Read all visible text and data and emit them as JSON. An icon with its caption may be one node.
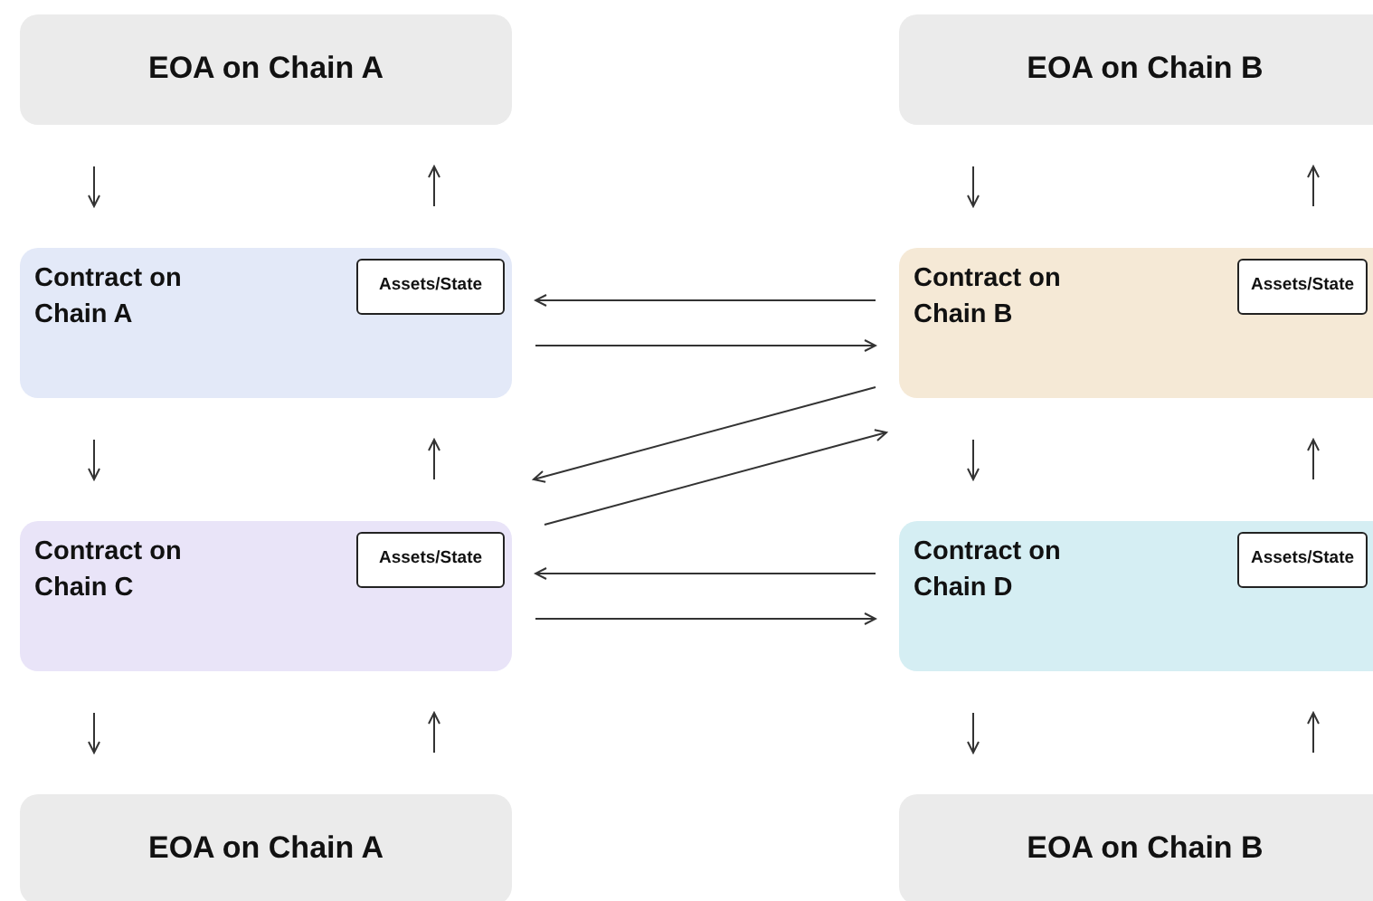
{
  "diagram": {
    "nodes": [
      {
        "text": [
          "EOA on Chain A"
        ]
      },
      {
        "text": [
          "EOA on Chain B"
        ]
      },
      {
        "text": [
          "Contract on Chain A"
        ]
      },
      {
        "text": [
          "Assets/State"
        ],
        "in": 2
      },
      {
        "text": [
          "Contract on Chain B"
        ]
      },
      {
        "text": [
          "Assets/State"
        ],
        "in": 4
      },
      {
        "text": [
          "Contract on Chain C"
        ]
      },
      {
        "text": [
          "Assets/State"
        ],
        "in": 6
      },
      {
        "text": [
          "Contract on Chain D"
        ]
      },
      {
        "text": [
          "Assets/State"
        ],
        "in": 8
      },
      {
        "text": [
          "EOA on Chain A"
        ]
      },
      {
        "text": [
          "EOA on Chain B"
        ]
      }
    ],
    "edges": [
      {
        "from": 0,
        "to": 2,
        "arrow": "to"
      },
      {
        "from": 2,
        "to": 0,
        "arrow": "to"
      },
      {
        "from": 1,
        "to": 4,
        "arrow": "to"
      },
      {
        "from": 4,
        "to": 1,
        "arrow": "to"
      },
      {
        "from": 4,
        "to": 2,
        "arrow": "to"
      },
      {
        "from": 2,
        "to": 4,
        "arrow": "to"
      },
      {
        "from": 4,
        "to": 6,
        "arrow": "to"
      },
      {
        "from": 6,
        "to": 4,
        "arrow": "to"
      },
      {
        "from": 2,
        "to": 6,
        "arrow": "to"
      },
      {
        "from": 6,
        "to": 2,
        "arrow": "to"
      },
      {
        "from": 4,
        "to": 8,
        "arrow": "to"
      },
      {
        "from": 8,
        "to": 4,
        "arrow": "to"
      },
      {
        "from": 8,
        "to": 6,
        "arrow": "to"
      },
      {
        "from": 6,
        "to": 8,
        "arrow": "to"
      },
      {
        "from": 6,
        "to": 10,
        "arrow": "to"
      },
      {
        "from": 10,
        "to": 6,
        "arrow": "to"
      },
      {
        "from": 8,
        "to": 11,
        "arrow": "to"
      },
      {
        "from": 11,
        "to": 8,
        "arrow": "to"
      }
    ]
  }
}
